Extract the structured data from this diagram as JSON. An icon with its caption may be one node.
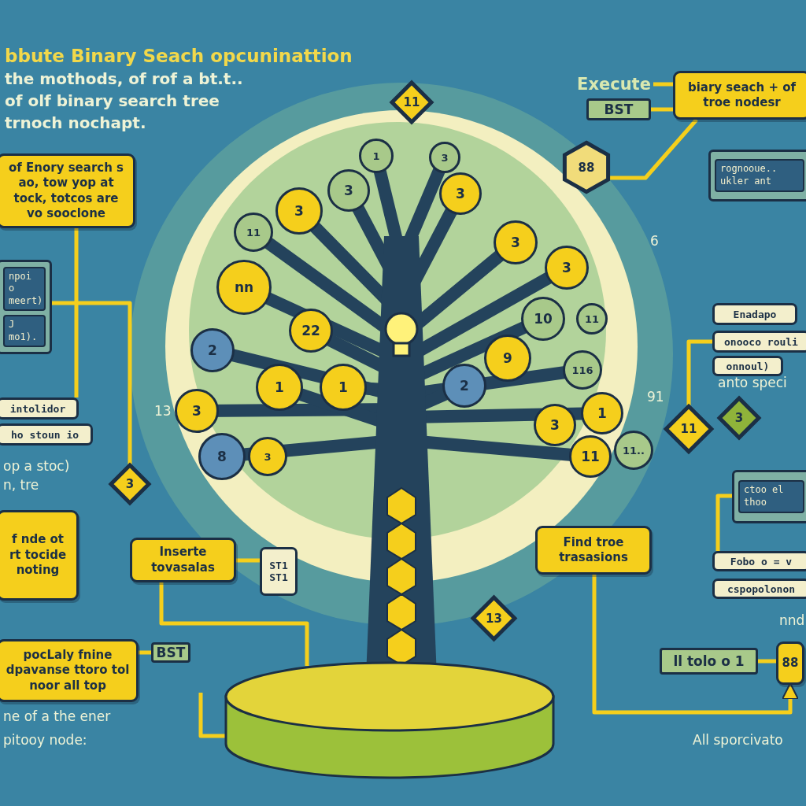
{
  "diagram": {
    "title": "bbute Binary Seach opcuninattion",
    "nodes": [
      {
        "text": [
          "of Enory search s ao, tow yop at tock, totcos are vo sooclone"
        ]
      },
      {
        "text": [
          "npoi o meert)",
          "J mo1)."
        ]
      },
      {
        "text": [
          "intolidor"
        ]
      },
      {
        "text": [
          "ho stoun io"
        ]
      },
      {
        "text": [
          "3"
        ]
      },
      {
        "text": [
          "f nde ot rt tocide noting"
        ]
      },
      {
        "text": [
          "Inserte tovasalas"
        ]
      },
      {
        "text": [
          "ST1 ST1"
        ]
      },
      {
        "text": [
          "pocLaly fnine dpavanse ttoro tol noor all top"
        ]
      },
      {
        "text": [
          "BST"
        ]
      },
      {
        "text": [
          "Execute"
        ]
      },
      {
        "text": [
          "BST"
        ]
      },
      {
        "text": [
          "biary seach + of troe nodesr"
        ]
      },
      {
        "text": [
          "11"
        ]
      },
      {
        "text": [
          "88"
        ]
      },
      {
        "text": [
          "rognooue.. ukler ant"
        ]
      },
      {
        "text": [
          "1"
        ]
      },
      {
        "text": [
          "3"
        ]
      },
      {
        "text": [
          "3"
        ]
      },
      {
        "text": [
          "3"
        ]
      },
      {
        "text": [
          "3"
        ]
      },
      {
        "text": [
          "11"
        ]
      },
      {
        "text": [
          "3"
        ]
      },
      {
        "text": [
          "nn"
        ]
      },
      {
        "text": [
          "3"
        ]
      },
      {
        "text": [
          "22"
        ]
      },
      {
        "text": [
          "2"
        ]
      },
      {
        "text": [
          "10"
        ]
      },
      {
        "text": [
          "11"
        ]
      },
      {
        "text": [
          "116"
        ]
      },
      {
        "text": [
          "1"
        ]
      },
      {
        "text": [
          "1"
        ]
      },
      {
        "text": [
          "9"
        ]
      },
      {
        "text": [
          "2"
        ]
      },
      {
        "text": [
          "3"
        ]
      },
      {
        "text": [
          "1"
        ]
      },
      {
        "text": [
          "3"
        ]
      },
      {
        "text": [
          "8"
        ]
      },
      {
        "text": [
          "3"
        ]
      },
      {
        "text": [
          "11"
        ]
      },
      {
        "text": [
          "11.."
        ]
      },
      {
        "text": [
          "Enadapo"
        ]
      },
      {
        "text": [
          "onooco rouli"
        ]
      },
      {
        "text": [
          "onnoul)"
        ]
      },
      {
        "text": [
          "11"
        ]
      },
      {
        "text": [
          "3"
        ]
      },
      {
        "text": [
          "ctoo el thoo"
        ]
      },
      {
        "text": [
          "Fobo o = v"
        ]
      },
      {
        "text": [
          "cspopolonon"
        ]
      },
      {
        "text": [
          "Find troe trasasions"
        ]
      },
      {
        "text": [
          "13"
        ]
      },
      {
        "text": [
          "ll tolo o 1"
        ]
      },
      {
        "text": [
          "88"
        ]
      },
      {
        "text": [],
        "shape": "cylinder"
      }
    ],
    "edges": [
      {
        "from": 0,
        "to": 2,
        "arrow": "none"
      },
      {
        "from": 1,
        "to": 4,
        "arrow": "none"
      },
      {
        "from": 6,
        "to": 7,
        "arrow": "none"
      },
      {
        "from": 6,
        "to": 53,
        "arrow": "none"
      },
      {
        "from": 8,
        "to": 9,
        "arrow": "none"
      },
      {
        "from": null,
        "to": 53,
        "arrow": "none"
      },
      {
        "from": 11,
        "to": 12,
        "arrow": "none"
      },
      {
        "from": 10,
        "to": 12,
        "arrow": "none"
      },
      {
        "from": 12,
        "to": 14,
        "arrow": "none"
      },
      {
        "from": 42,
        "to": 44,
        "arrow": "none"
      },
      {
        "from": 46,
        "to": 47,
        "arrow": "none"
      },
      {
        "from": 49,
        "to": 52,
        "arrow": "to"
      },
      {
        "from": 51,
        "to": 52,
        "arrow": "none"
      }
    ],
    "labels": [
      "the mothods, of rof a bt.t..",
      "of olf binary search tree",
      "trnoch nochapt.",
      "op a stoc)",
      "n, tre",
      "ne of a the ener",
      "pitooy node:",
      "anto speci",
      "13",
      "91",
      "nnd",
      "All sporcivato",
      "6"
    ]
  }
}
